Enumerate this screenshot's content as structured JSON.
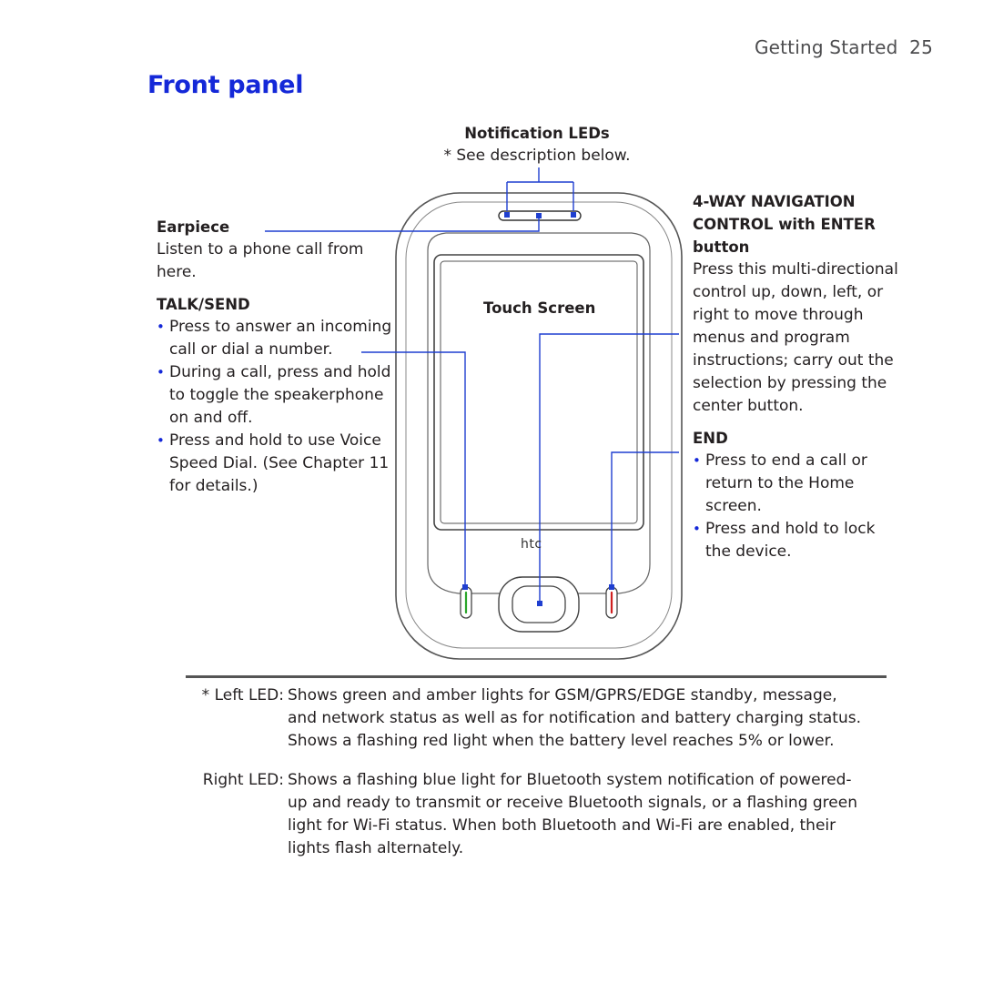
{
  "header": {
    "section": "Getting Started",
    "page_number": "25"
  },
  "title": "Front panel",
  "notification_leds": {
    "title": "Notification LEDs",
    "note": "* See description below."
  },
  "earpiece": {
    "title": "Earpiece",
    "lines": [
      "Listen to a phone call from",
      "here."
    ]
  },
  "talk_send": {
    "title": "TALK/SEND",
    "bullets": [
      [
        "Press to answer an incoming",
        "call or dial a number."
      ],
      [
        "During a call, press and hold",
        "to toggle the speakerphone",
        "on and off."
      ],
      [
        "Press and hold to use Voice",
        "Speed Dial. (See Chapter 11",
        "for details.)"
      ]
    ]
  },
  "touch_screen": {
    "title": "Touch Screen"
  },
  "nav_control": {
    "title_lines": [
      "4-WAY NAVIGATION",
      "CONTROL with ENTER",
      "button"
    ],
    "lines": [
      "Press this multi-directional",
      "control up, down, left, or",
      "right to move through",
      "menus and program",
      "instructions; carry out the",
      "selection by pressing the",
      "center button."
    ]
  },
  "end": {
    "title": "END",
    "bullets": [
      [
        "Press to end a call or",
        "return to the Home",
        "screen."
      ],
      [
        "Press and hold to lock",
        "the device."
      ]
    ]
  },
  "device": {
    "brand": "htc"
  },
  "led_notes": [
    {
      "label": "* Left LED:",
      "lines": [
        "Shows green and amber lights for GSM/GPRS/EDGE standby, message,",
        "and network status as well as for notification and battery charging status.",
        "Shows a flashing red light when the battery level reaches 5% or lower."
      ]
    },
    {
      "label": "Right LED:",
      "lines": [
        "Shows a flashing blue light for Bluetooth system notification of powered-",
        "up and ready to transmit or receive Bluetooth signals, or a flashing green",
        "light for Wi-Fi status. When both Bluetooth and Wi-Fi are enabled, their",
        "lights flash alternately."
      ]
    }
  ],
  "colors": {
    "title_blue": "#1428d8",
    "callout_blue": "#1f3fd0",
    "talk_green": "#2aa52a",
    "end_red": "#d02020"
  }
}
